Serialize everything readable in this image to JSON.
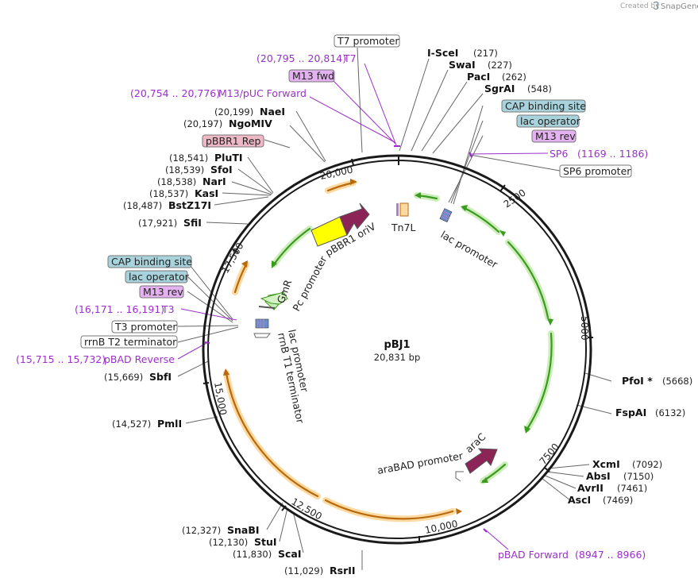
{
  "credit": {
    "prefix": "Created by",
    "brand": "SnapGene"
  },
  "plasmid": {
    "name": "pBJ1",
    "length": "20,831 bp"
  },
  "ticks": [
    "2500",
    "5000",
    "7500",
    "10,000",
    "12,500",
    "15,000",
    "17,500",
    "20,000"
  ],
  "sites": {
    "isce": {
      "name": "I-SceI",
      "pos": "(217)"
    },
    "swa": {
      "name": "SwaI",
      "pos": "(227)"
    },
    "pac": {
      "name": "PacI",
      "pos": "(262)"
    },
    "sgra": {
      "name": "SgrAI",
      "pos": "(548)"
    },
    "pfo": {
      "name": "PfoI *",
      "pos": "(5668)"
    },
    "fspa": {
      "name": "FspAI",
      "pos": "(6132)"
    },
    "xcm": {
      "name": "XcmI",
      "pos": "(7092)"
    },
    "abs": {
      "name": "AbsI",
      "pos": "(7150)"
    },
    "avr": {
      "name": "AvrII",
      "pos": "(7461)"
    },
    "asc": {
      "name": "AscI",
      "pos": "(7469)"
    },
    "rsr": {
      "name": "RsrII",
      "pos": "(11,029)"
    },
    "sca": {
      "name": "ScaI",
      "pos": "(11,830)"
    },
    "stu": {
      "name": "StuI",
      "pos": "(12,130)"
    },
    "snab": {
      "name": "SnaBI",
      "pos": "(12,327)"
    },
    "pml": {
      "name": "PmlI",
      "pos": "(14,527)"
    },
    "sbf": {
      "name": "SbfI",
      "pos": "(15,669)"
    },
    "sfi": {
      "name": "SfiI",
      "pos": "(17,921)"
    },
    "bstz": {
      "name": "BstZ17I",
      "pos": "(18,487)"
    },
    "kas": {
      "name": "KasI",
      "pos": "(18,537)"
    },
    "nar": {
      "name": "NarI",
      "pos": "(18,538)"
    },
    "sfo": {
      "name": "SfoI",
      "pos": "(18,539)"
    },
    "plu": {
      "name": "PluTI",
      "pos": "(18,541)"
    },
    "ngo": {
      "name": "NgoMIV",
      "pos": "(20,197)"
    },
    "nae": {
      "name": "NaeI",
      "pos": "(20,199)"
    }
  },
  "primers": {
    "t7": {
      "range": "(20,795 .. 20,814)",
      "name": "T7"
    },
    "m13puc": {
      "range": "(20,754 .. 20,776)",
      "name": "M13/pUC Forward"
    },
    "sp6": {
      "name": "SP6",
      "range": "(1169 .. 1186)"
    },
    "t3": {
      "range": "(16,171 .. 16,191)",
      "name": "T3"
    },
    "pbadrev": {
      "range": "(15,715 .. 15,732)",
      "name": "pBAD Reverse"
    },
    "pbadfwd": {
      "name": "pBAD Forward",
      "range": "(8947 .. 8966)"
    }
  },
  "boxes": {
    "t7prom": "T7 promoter",
    "m13fwd": "M13 fwd",
    "pbbr1rep": "pBBR1 Rep",
    "cap1": "CAP binding site",
    "lacop1": "lac operator",
    "m13rev1": "M13 rev",
    "sp6prom": "SP6 promoter",
    "cap2": "CAP binding site",
    "lacop2": "lac operator",
    "m13rev2": "M13 rev",
    "t3prom": "T3 promoter",
    "rrnbt2": "rrnB T2 terminator"
  },
  "features": {
    "tn7l": "Tn7L",
    "lacprom1": "lac promoter",
    "pbbr1ori": "pBBR1 oriV",
    "gmr": "GmR",
    "pcprom": "Pc promoter",
    "lacprom2": "lac promoter",
    "rrnbt1": "rrnB T1 terminator",
    "arac": "araC",
    "arabad": "araBAD promoter"
  },
  "colors": {
    "backbone": "#1a1a1a",
    "green_arrow": "#3c9a1e",
    "green_glow": "#cdeebc",
    "orange_arrow": "#b8690e",
    "orange_glow": "#fbd9a0",
    "primer": "#9b30c8",
    "maroon": "#8c2457",
    "yellow": "#ffff00",
    "box_blue": "#a8d3dc",
    "box_violet": "#e4b2f0",
    "box_pink": "#efb8c6"
  }
}
